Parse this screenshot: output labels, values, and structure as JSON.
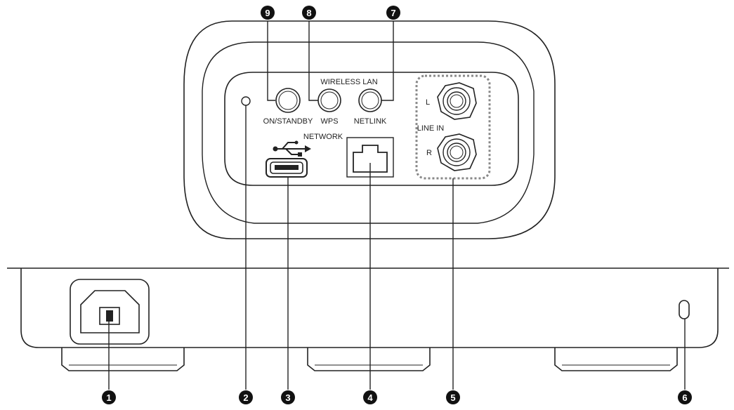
{
  "labels": {
    "on_standby": "ON/STANDBY",
    "wps": "WPS",
    "wireless_lan": "WIRELESS LAN",
    "netlink": "NETLINK",
    "network": "NETWORK",
    "line_in": "LINE IN",
    "left": "L",
    "right": "R"
  },
  "callouts": [
    "1",
    "2",
    "3",
    "4",
    "5",
    "6",
    "7",
    "8",
    "9"
  ],
  "icons": {
    "usb": "usb-icon"
  },
  "colors": {
    "line": "#222222",
    "callout_fill": "#111111",
    "highlight_border": "#888888"
  }
}
